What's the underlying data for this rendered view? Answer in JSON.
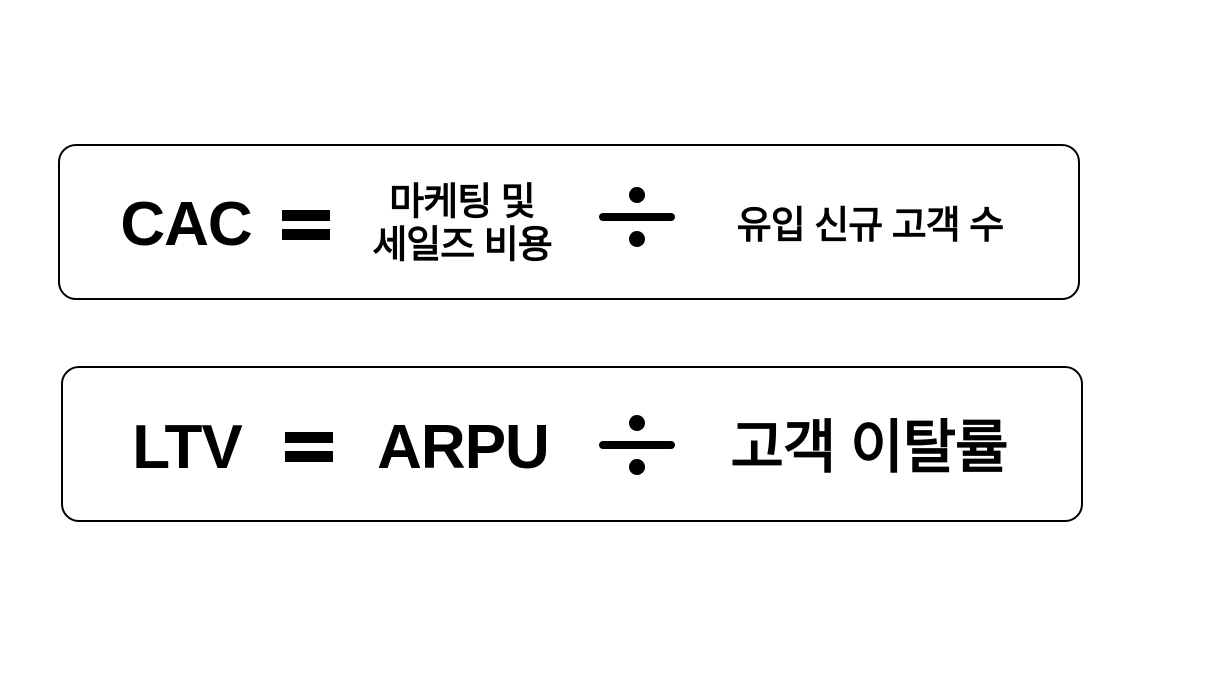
{
  "formulas": [
    {
      "id": "cac",
      "left_term": "CAC",
      "numerator_line1": "마케팅 및",
      "numerator_line2": "세일즈 비용",
      "denominator": "유입 신규 고객 수"
    },
    {
      "id": "ltv",
      "left_term": "LTV",
      "numerator": "ARPU",
      "denominator": "고객 이탈률"
    }
  ],
  "colors": {
    "text": "#000000",
    "border": "#000000",
    "background": "#ffffff"
  },
  "icons": {
    "equals": "equals-icon",
    "divide": "divide-icon"
  }
}
